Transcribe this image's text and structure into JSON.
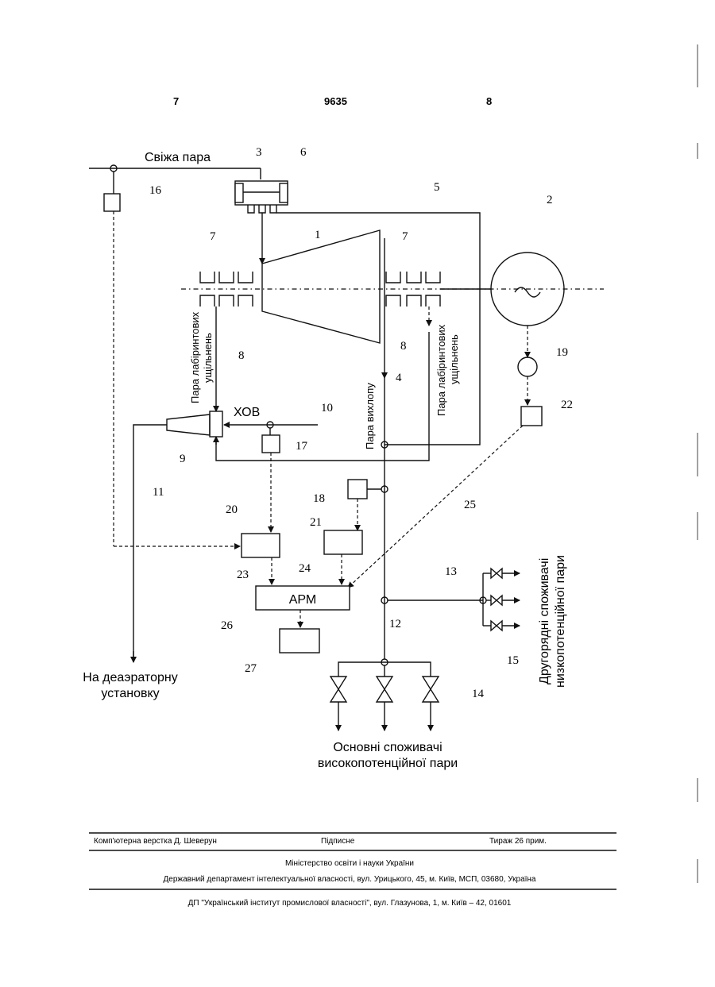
{
  "header": {
    "left": "7",
    "center": "9635",
    "right": "8"
  },
  "numbers": {
    "n1": "1",
    "n2": "2",
    "n3": "3",
    "n4": "4",
    "n5": "5",
    "n6": "6",
    "n7": "7",
    "n8": "8",
    "n9": "9",
    "n10": "10",
    "n11": "11",
    "n12": "12",
    "n13": "13",
    "n14": "14",
    "n15": "15",
    "n16": "16",
    "n17": "17",
    "n18": "18",
    "n19": "19",
    "n20": "20",
    "n21": "21",
    "n22": "22",
    "n23": "23",
    "n24": "24",
    "n25": "25",
    "n26": "26",
    "n27": "27"
  },
  "labels": {
    "fresh_steam": "Свіжа пара",
    "labyrinth_steam_l1": "Пара лабіринтових",
    "labyrinth_steam_l2": "ущільнень",
    "exhaust_steam": "Пара вихлопу",
    "hov": "ХОВ",
    "arm": "АРМ",
    "deaerator_l1": "На деаэраторну",
    "deaerator_l2": "установку",
    "main_consumers_l1": "Основні споживачі",
    "main_consumers_l2": "високопотенційної пари",
    "secondary_consumers_l1": "Другорядні споживачі",
    "secondary_consumers_l2": "низкопотенційної пари"
  },
  "footer": {
    "layout": "Комп'ютерна верстка Д. Шеверун",
    "signed": "Підписне",
    "circulation": "Тираж 26 прим.",
    "ministry": "Міністерство освіти і науки України",
    "department": "Державний департамент інтелектуальної власності, вул. Урицького, 45, м. Київ, МСП, 03680, Україна",
    "institute": "ДП \"Український інститут промислової власності\", вул. Глазунова, 1, м. Київ – 42, 01601"
  }
}
